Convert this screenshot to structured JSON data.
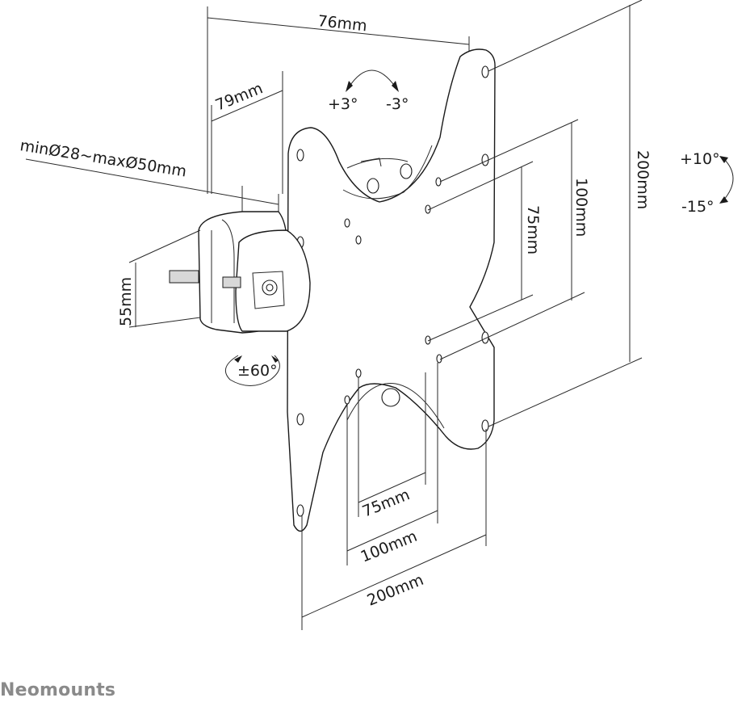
{
  "diagram": {
    "subject": "Monitor pole clamp mount with VESA plate",
    "dimensions": {
      "top_width": "76mm",
      "clamp_depth": "79mm",
      "pole_diameter": "minØ28~maxØ50mm",
      "clamp_height": "55mm",
      "vesa_vertical_small": "75mm",
      "vesa_vertical_medium": "100mm",
      "vesa_vertical_large": "200mm",
      "vesa_horizontal_small": "75mm",
      "vesa_horizontal_medium": "100mm",
      "vesa_horizontal_large": "200mm"
    },
    "angles": {
      "rotation_plus": "+3°",
      "rotation_minus": "-3°",
      "tilt_up": "+10°",
      "tilt_down": "-15°",
      "swivel": "±60°"
    },
    "colors": {
      "line": "#1a1a1a",
      "background": "#ffffff",
      "brand": "#8a8a8a"
    }
  },
  "footer": {
    "brand": "Neomounts"
  }
}
